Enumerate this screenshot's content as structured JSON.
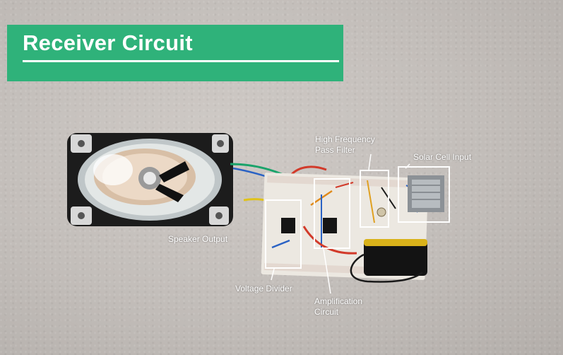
{
  "banner": {
    "title": "Receiver Circuit",
    "color": "#2fb27a"
  },
  "labels": {
    "speaker_output": "Speaker Output",
    "high_freq_line1": "High Frequency",
    "high_freq_line2": "Pass Filter",
    "solar_cell_input": "Solar Cell Input",
    "voltage_divider": "Voltage Divider",
    "amplification_line1": "Amplification",
    "amplification_line2": "Circuit"
  }
}
